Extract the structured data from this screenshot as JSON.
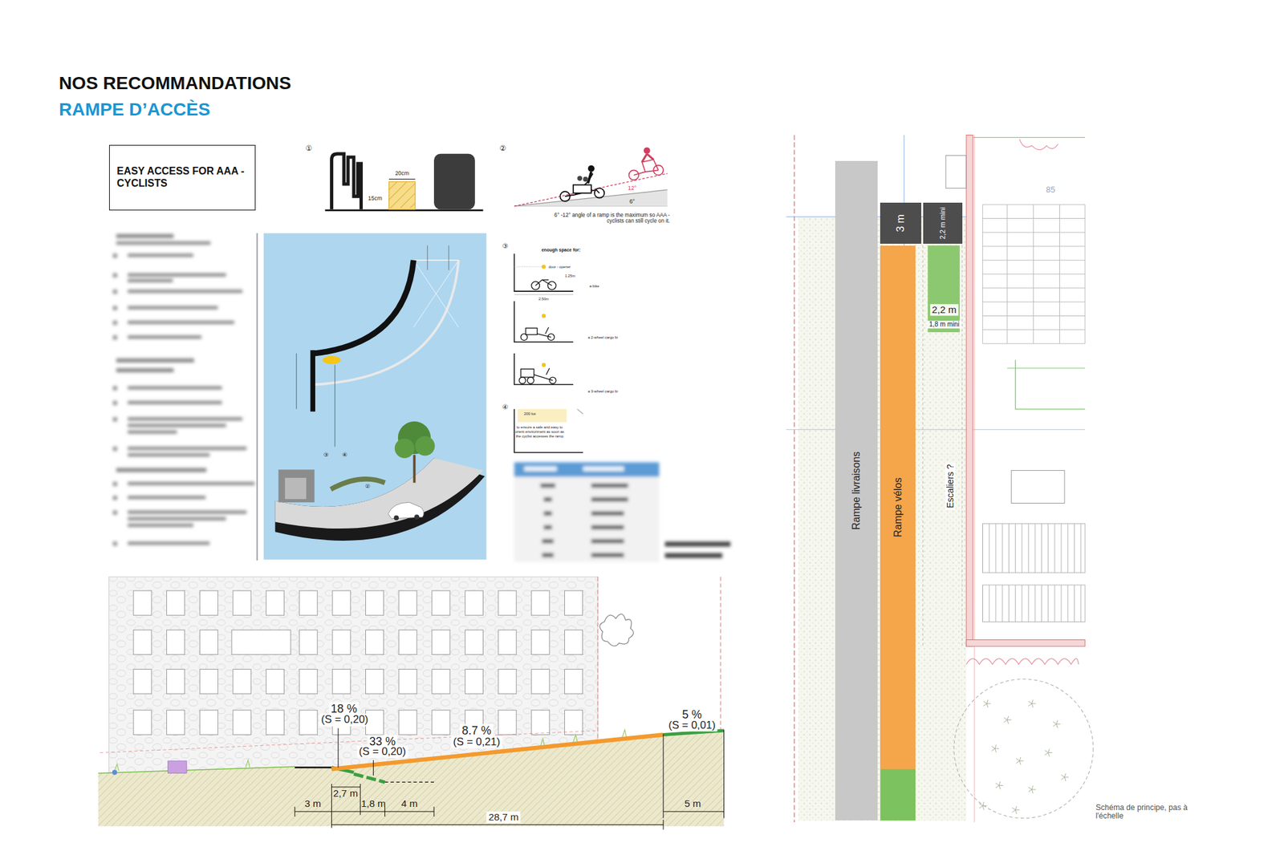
{
  "diagram": {
    "title": "NOS RECOMMANDATIONS",
    "caption": "Schéma de principe, pas à l'échelle",
    "nodes": [
      {
        "text": [
          "EASY ACCESS FOR AAA - CYCLISTS"
        ]
      },
      {
        "text": [
          "Rampe livraisons"
        ]
      },
      {
        "text": [
          "Rampe vélos"
        ]
      },
      {
        "text": [
          "3 m"
        ]
      },
      {
        "text": [
          "2,2 m mini"
        ]
      }
    ],
    "labels": [
      "RAMPE D’ACCÈS",
      "①",
      "20cm",
      "15cm",
      "②",
      "12°",
      "6°",
      "6° -12° angle of a ramp is the maximum so AAA - cyclists can still cycle on it.",
      "③",
      "enough space for:",
      "door - opener",
      "1.25m",
      "a bike",
      "2.50m",
      "a 2-wheel cargo bi",
      "a 3-wheel cargo bi",
      "④",
      "200 lux",
      "to ensure a safe and easy to orient environment as soon as the cyclist accesses the ramp",
      "③",
      "④",
      "②",
      "18 %",
      "(S = 0,20)",
      "33 %",
      "(S = 0,20)",
      "8.7 %",
      "(S = 0,21)",
      "5 %",
      "(S = 0,01)",
      "3 m",
      "2,7 m",
      "1,8 m",
      "4 m",
      "28,7 m",
      "5 m",
      "85",
      "2,2 m",
      "1,8 m mini",
      "2,2 m",
      "1,8 m mini",
      "Escaliers ?"
    ]
  }
}
